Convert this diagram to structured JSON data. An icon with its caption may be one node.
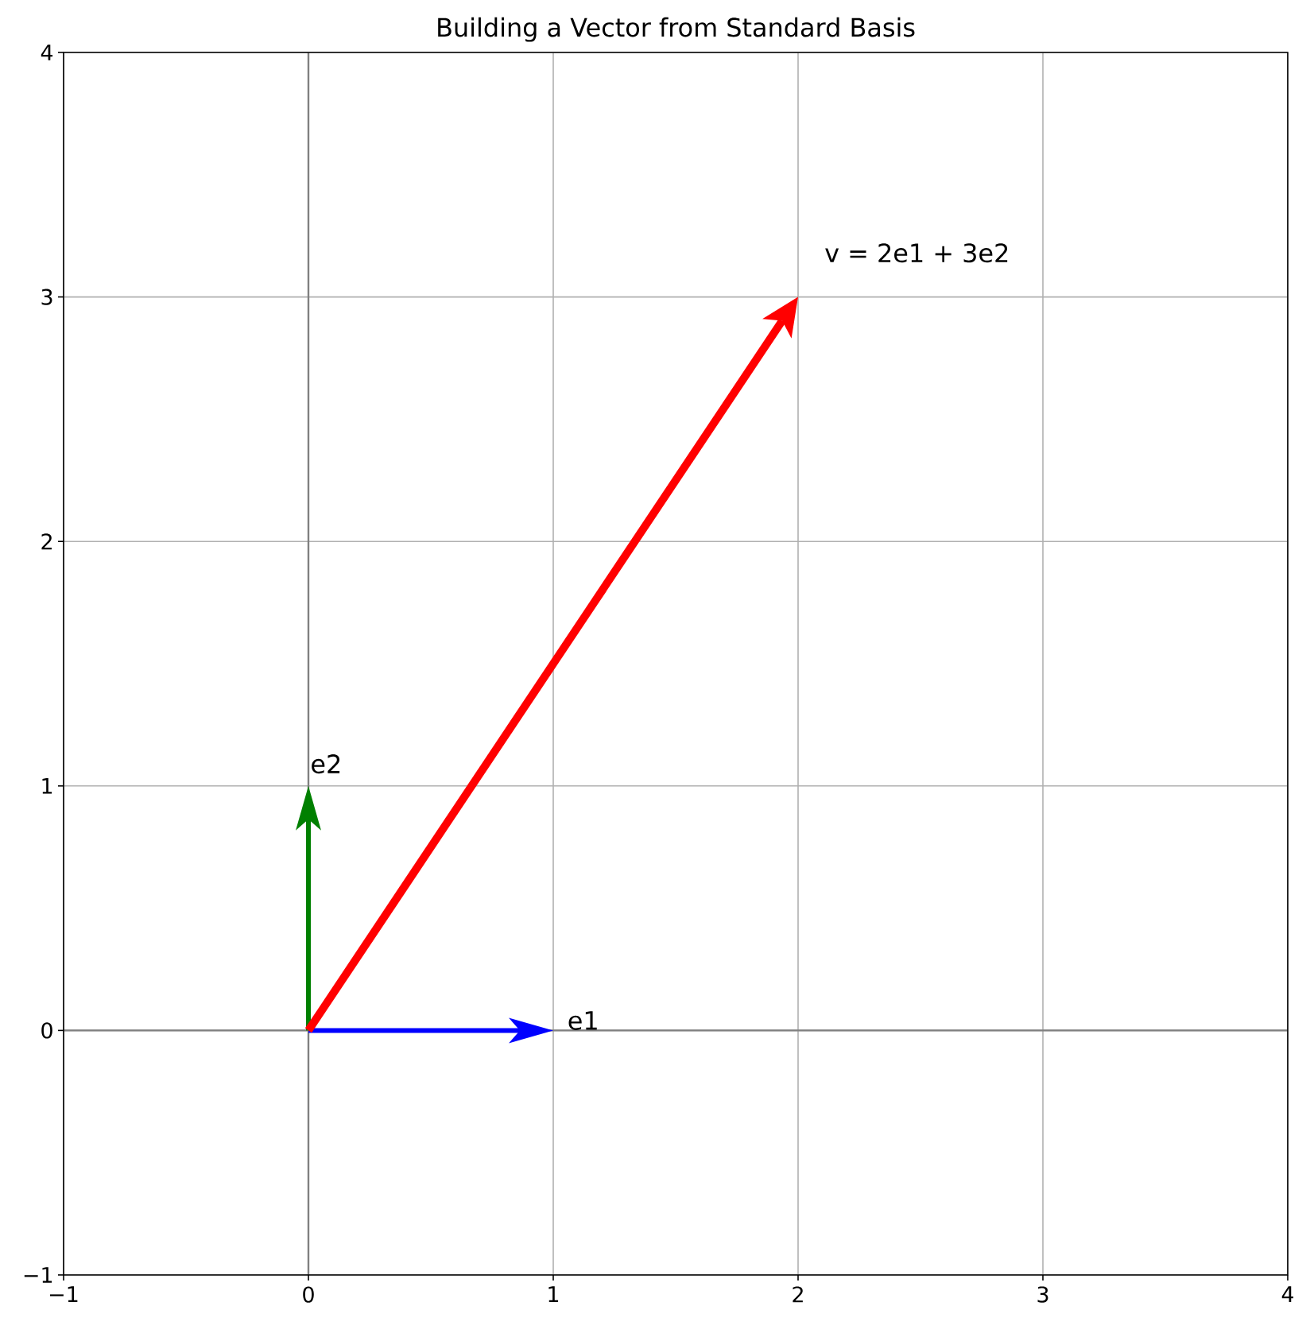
{
  "diagram": {
    "title": "Building a Vector from Standard Basis",
    "labels": [
      "4",
      "v = 2e1 + 3e2",
      "3",
      "2",
      "e2",
      "1",
      "e1",
      "0",
      "−1",
      "−1",
      "0",
      "1",
      "2",
      "3",
      "4"
    ]
  }
}
